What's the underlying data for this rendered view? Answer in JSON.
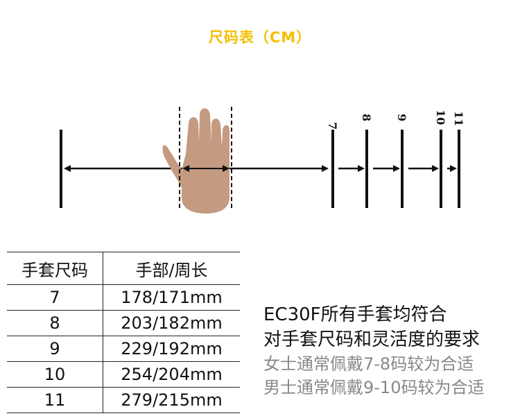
{
  "title": "尺码表（CM）",
  "colors": {
    "title": "#F5BE00",
    "line": "#111111",
    "skin": "#C49A80",
    "sub_text": "#888888"
  },
  "diagram": {
    "size_markers": [
      "7",
      "8",
      "9",
      "10",
      "11"
    ],
    "icon": "hand-icon"
  },
  "table": {
    "headers": [
      "手套尺码",
      "手部/周长"
    ],
    "rows": [
      {
        "size": "7",
        "measure": "178/171mm"
      },
      {
        "size": "8",
        "measure": "203/182mm"
      },
      {
        "size": "9",
        "measure": "229/192mm"
      },
      {
        "size": "10",
        "measure": "254/204mm"
      },
      {
        "size": "11",
        "measure": "279/215mm"
      }
    ]
  },
  "note": {
    "line1": "EC30F所有手套均符合",
    "line2": "对手套尺码和灵活度的要求",
    "line3": "女士通常佩戴7-8码较为合适",
    "line4": "男士通常佩戴9-10码较为合适"
  }
}
